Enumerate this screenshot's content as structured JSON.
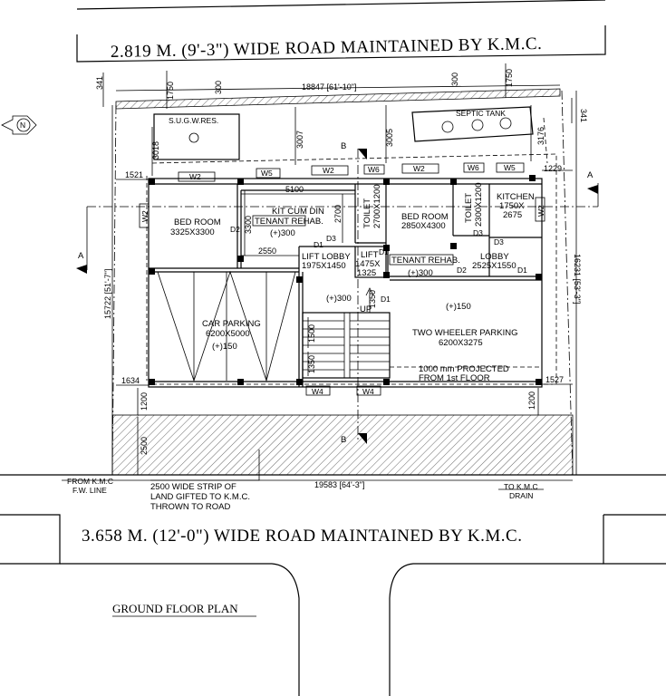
{
  "roads": {
    "top": "2.819 M. (9'-3\") WIDE ROAD MAINTAINED BY K.M.C.",
    "bottom": "3.658 M. (12'-0\") WIDE ROAD MAINTAINED BY K.M.C."
  },
  "plan_title": "GROUND FLOOR PLAN",
  "north_label": "N",
  "rooms": {
    "sugw": "S.U.G.W.RES.",
    "septic": "SEPTIC TANK",
    "bed_left": "BED ROOM",
    "bed_left_size": "3325X3300",
    "kit": "KIT CUM DIN",
    "tenant_left": "TENANT REHAB.",
    "level_300_a": "(+)300",
    "toilet_mid": "TOILET",
    "toilet_mid_size": "2700X1200",
    "bed_right": "BED ROOM",
    "bed_right_size": "2850X4300",
    "toilet_right": "TOILET",
    "toilet_right_size": "2300X1200",
    "kitchen": "KITCHEN",
    "kitchen_size_1": "1750X",
    "kitchen_size_2": "2675",
    "lift_lobby": "LIFT LOBBY",
    "lift_lobby_size": "1975X1450",
    "lift": "LIFT",
    "lift_size_1": "1475X",
    "lift_size_2": "1325",
    "tenant_right": "TENANT REHAB.",
    "level_300_b": "(+)300",
    "lobby": "LOBBY",
    "lobby_size": "2525X1550",
    "level_300_c": "(+)300",
    "level_150_a": "(+)150",
    "car_parking": "CAR PARKING",
    "car_parking_size": "6200X5000",
    "level_150_b": "(+)150",
    "up": "UP",
    "two_wheeler": "TWO WHEELER PARKING",
    "two_wheeler_size": "6200X3275",
    "projected_1": "1000 mm PROJECTED",
    "projected_2": "FROM 1st FLOOR"
  },
  "openings": {
    "w2_top_left": "W2",
    "w5_top_a": "W5",
    "w2_top_mid": "W2",
    "w6_top_a": "W6",
    "w2_top_right": "W2",
    "w6_top_b": "W6",
    "w5_top_b": "W5",
    "w2_left": "W2",
    "w2_right": "W2",
    "w4_a": "W4",
    "w4_b": "W4",
    "d1_a": "D1",
    "d1_b": "D1",
    "d1_c": "D1",
    "d2_a": "D2",
    "d2_b": "D2",
    "d3_a": "D3",
    "d3_b": "D3",
    "d3_c": "D3"
  },
  "dimensions": {
    "top_total": "18847 [61'-10\"]",
    "bottom_total": "19583 [64'-3\"]",
    "left_total": "15722 [51'-7\"]",
    "right_total": "16231 [53'-3\"]",
    "d341_l": "341",
    "d341_r": "341",
    "d1750_l": "1750",
    "d1750_r": "1750",
    "d300_l": "300",
    "d300_r": "300",
    "d3018": "3018",
    "d3007": "3007",
    "d3005": "3005",
    "d3176": "3176",
    "d1521": "1521",
    "d1229": "1229",
    "d5100": "5100",
    "d3300": "3300",
    "d2700": "2700",
    "d2550": "2550",
    "d1350_a": "1350",
    "d1500": "1500",
    "d1350_b": "1350",
    "d1634": "1634",
    "d1527": "1527",
    "d1200_l": "1200",
    "d1200_r": "1200",
    "d2500": "2500"
  },
  "notes": {
    "fw_line_1": "FROM K.M.C",
    "fw_line_2": "F.W. LINE",
    "strip_1": "2500 WIDE STRIP OF",
    "strip_2": "LAND GIFTED TO K.M.C.",
    "strip_3": "THROWN TO ROAD",
    "drain_1": "TO K.M.C",
    "drain_2": "DRAIN"
  },
  "section_marks": {
    "a_left": "A",
    "a_right": "A",
    "b_top": "B",
    "b_bottom": "B"
  }
}
